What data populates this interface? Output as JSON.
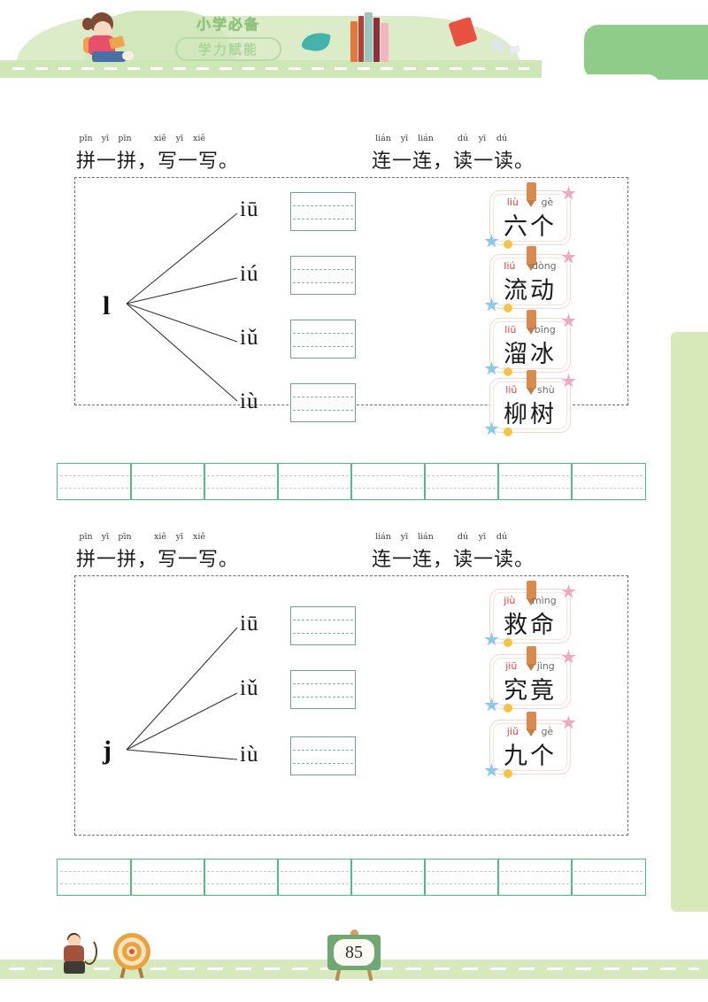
{
  "header": {
    "title_top": "小学必备",
    "title_box": "学力赋能",
    "icons": [
      "girl-reading-icon",
      "books-stack-icon",
      "leaf-icon",
      "red-book-icon"
    ]
  },
  "sections": [
    {
      "id": "section-1",
      "instruction_left": {
        "pinyin_group_1": [
          "pīn",
          "yī",
          "pīn"
        ],
        "pinyin_group_2": [
          "xiě",
          "yī",
          "xiě"
        ],
        "hanzi": "拼一拼，写一写。"
      },
      "instruction_right": {
        "pinyin_group_1": [
          "lián",
          "yī",
          "lián"
        ],
        "pinyin_group_2": [
          "dú",
          "yī",
          "dú"
        ],
        "hanzi": "连一连，读一读。"
      },
      "initial": "l",
      "syllables": [
        "iū",
        "iú",
        "iǔ",
        "iù"
      ],
      "cards": [
        {
          "pinyin_1": "liù",
          "pinyin_2": "gè",
          "hanzi": "六个"
        },
        {
          "pinyin_1": "liú",
          "pinyin_2": "dòng",
          "hanzi": "流动"
        },
        {
          "pinyin_1": "liū",
          "pinyin_2": "bīng",
          "hanzi": "溜冰"
        },
        {
          "pinyin_1": "liǔ",
          "pinyin_2": "shù",
          "hanzi": "柳树"
        }
      ],
      "write_cells": 8
    },
    {
      "id": "section-2",
      "instruction_left": {
        "pinyin_group_1": [
          "pīn",
          "yī",
          "pīn"
        ],
        "pinyin_group_2": [
          "xiě",
          "yī",
          "xiě"
        ],
        "hanzi": "拼一拼，写一写。"
      },
      "instruction_right": {
        "pinyin_group_1": [
          "lián",
          "yī",
          "lián"
        ],
        "pinyin_group_2": [
          "dú",
          "yī",
          "dú"
        ],
        "hanzi": "连一连，读一读。"
      },
      "initial": "j",
      "syllables": [
        "iū",
        "iǔ",
        "iù"
      ],
      "cards": [
        {
          "pinyin_1": "jiù",
          "pinyin_2": "mìng",
          "hanzi": "救命"
        },
        {
          "pinyin_1": "jiū",
          "pinyin_2": "jìng",
          "hanzi": "究竟"
        },
        {
          "pinyin_1": "jiǔ",
          "pinyin_2": "gè",
          "hanzi": "九个"
        }
      ],
      "write_cells": 8
    }
  ],
  "footer": {
    "page_number": "85",
    "icons": [
      "archer-icon",
      "target-icon",
      "easel-icon"
    ]
  },
  "colors": {
    "accent_green": "#8fcc8a",
    "band_green": "#d5e9bd",
    "practice_box_border": "#6f9f97",
    "write_cell_border": "#4fbd7e",
    "pinyin_highlight": "#ef3e36",
    "pinyin_normal": "#6a6a6a",
    "card_border": "#f3d6cf"
  }
}
